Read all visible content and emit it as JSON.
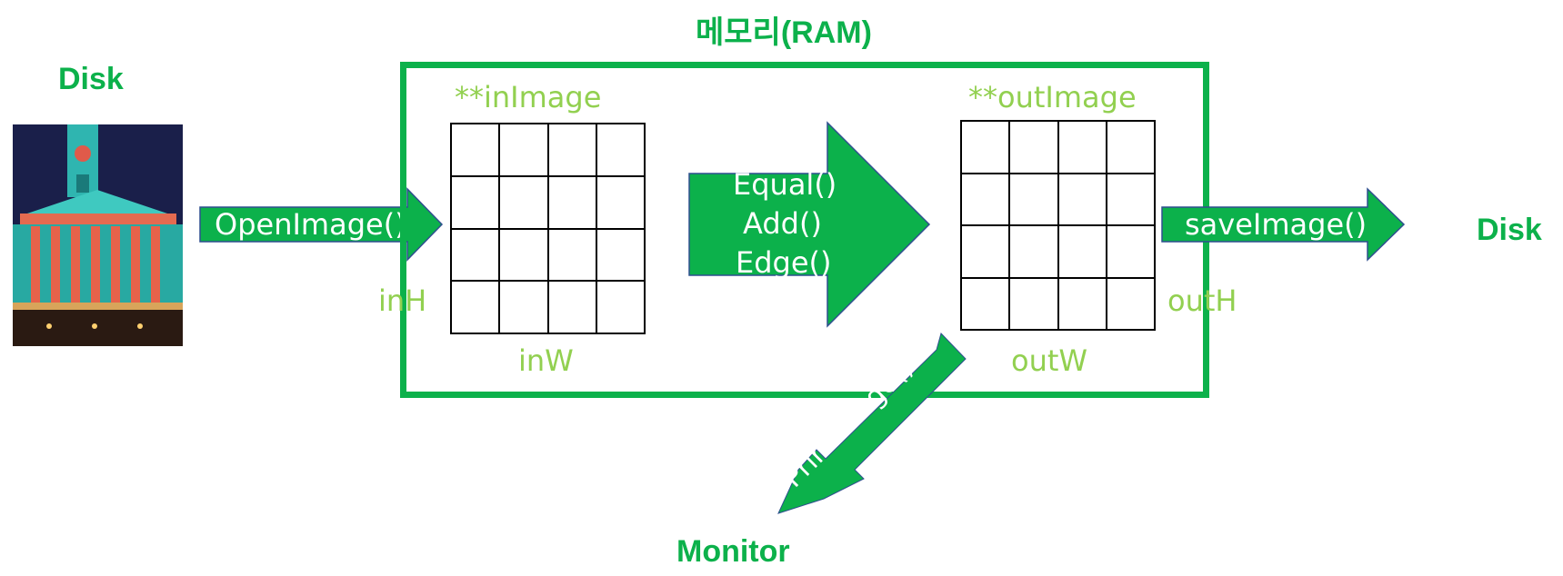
{
  "title": "메모리(RAM)",
  "disk_left": "Disk",
  "disk_right": "Disk",
  "monitor": "Monitor",
  "in_image_label": "**inImage",
  "out_image_label": "**outImage",
  "in_h": "inH",
  "in_w": "inW",
  "out_h": "outH",
  "out_w": "outW",
  "open_image": "OpenImage()",
  "save_image": "saveImage()",
  "print_image": "PrintImage()",
  "process_ops": [
    "Equal()",
    "Add()",
    "Edge()"
  ],
  "colors": {
    "accent": "#0cb14b",
    "light_green": "#92d050",
    "arrow_outline": "#2f4f8f"
  },
  "icons": {
    "disk_image": "building-photo"
  }
}
